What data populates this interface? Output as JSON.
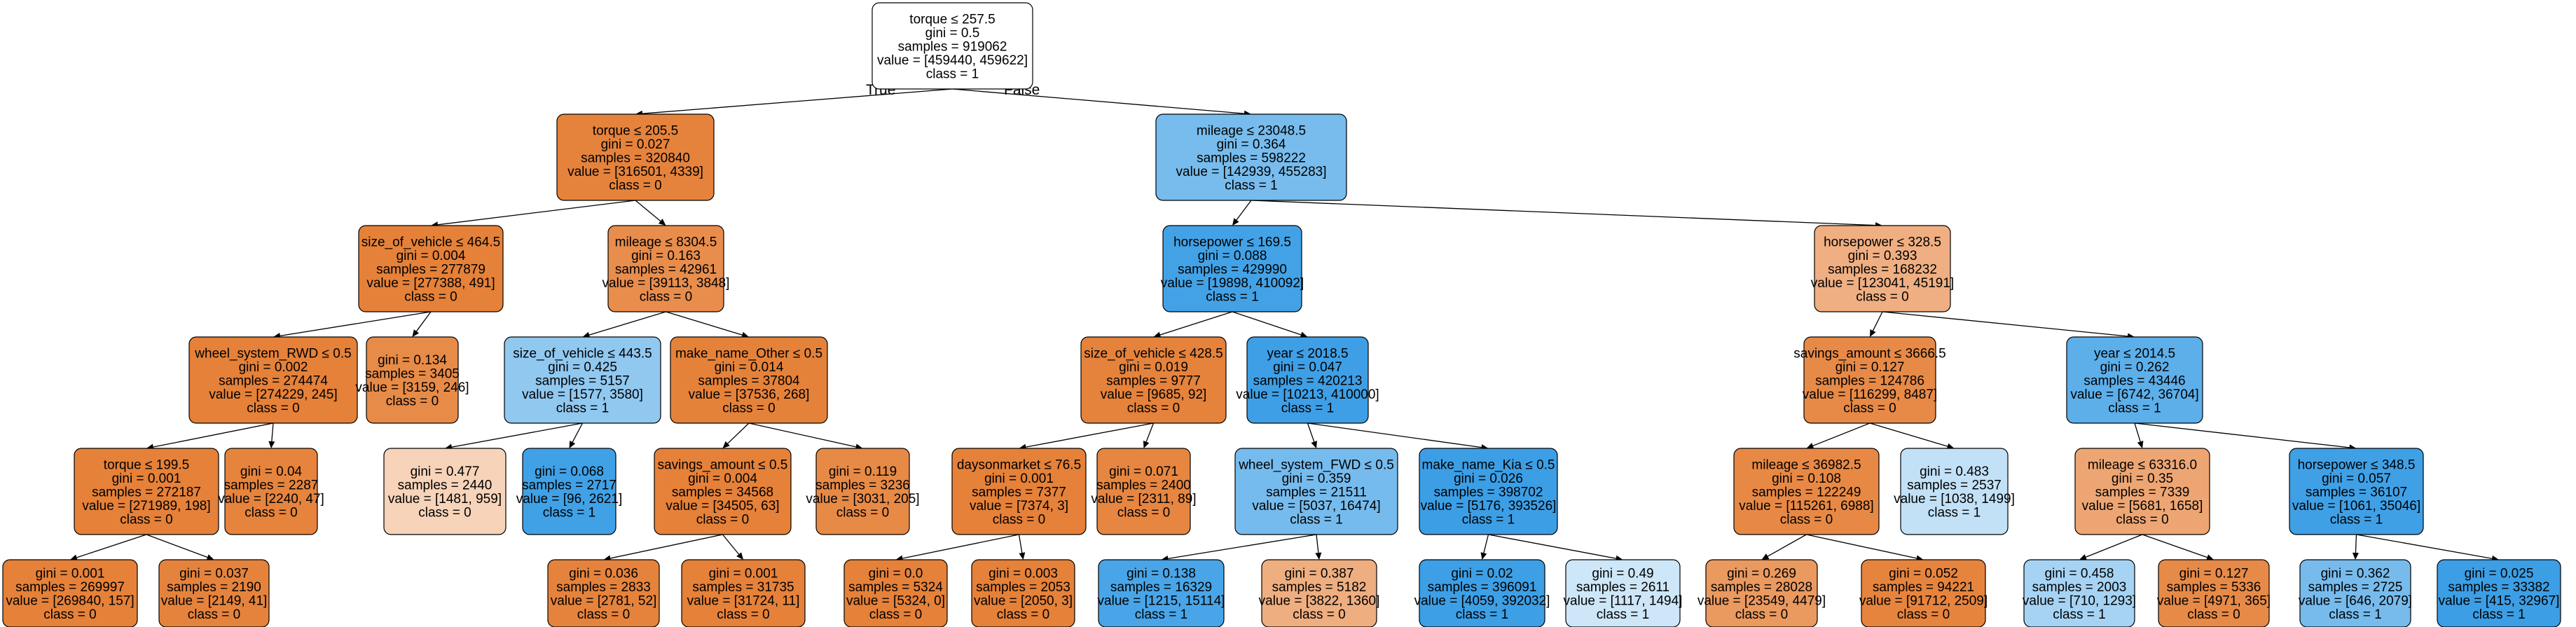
{
  "tree": {
    "root_id": "n0",
    "nodes": [
      {
        "id": "n0",
        "lines": [
          "torque ≤ 257.5",
          "gini = 0.5",
          "samples = 919062",
          "value = [459440, 459622]",
          "class = 1"
        ],
        "fill": "#ffffff"
      },
      {
        "id": "n1",
        "lines": [
          "torque ≤ 205.5",
          "gini = 0.027",
          "samples = 320840",
          "value = [316501, 4339]",
          "class = 0"
        ],
        "fill": "#e5833c"
      },
      {
        "id": "n2",
        "lines": [
          "size_of_vehicle ≤ 464.5",
          "gini = 0.004",
          "samples = 277879",
          "value = [277388, 491]",
          "class = 0"
        ],
        "fill": "#e58139"
      },
      {
        "id": "n3",
        "lines": [
          "wheel_system_RWD ≤ 0.5",
          "gini = 0.002",
          "samples = 274474",
          "value = [274229, 245]",
          "class = 0"
        ],
        "fill": "#e58139"
      },
      {
        "id": "n4",
        "lines": [
          "torque ≤ 199.5",
          "gini = 0.001",
          "samples = 272187",
          "value = [271989, 198]",
          "class = 0"
        ],
        "fill": "#e58139"
      },
      {
        "id": "n5",
        "lines": [
          "gini = 0.001",
          "samples = 269997",
          "value = [269840, 157]",
          "class = 0"
        ],
        "fill": "#e58139"
      },
      {
        "id": "n6",
        "lines": [
          "gini = 0.037",
          "samples = 2190",
          "value = [2149, 41]",
          "class = 0"
        ],
        "fill": "#e5833d"
      },
      {
        "id": "n7",
        "lines": [
          "gini = 0.04",
          "samples = 2287",
          "value = [2240, 47]",
          "class = 0"
        ],
        "fill": "#e6843d"
      },
      {
        "id": "n8",
        "lines": [
          "gini = 0.134",
          "samples = 3405",
          "value = [3159, 246]",
          "class = 0"
        ],
        "fill": "#e78b48"
      },
      {
        "id": "n9",
        "lines": [
          "mileage ≤ 8304.5",
          "gini = 0.163",
          "samples = 42961",
          "value = [39113, 3848]",
          "class = 0"
        ],
        "fill": "#e88d4c"
      },
      {
        "id": "n10",
        "lines": [
          "size_of_vehicle ≤ 443.5",
          "gini = 0.425",
          "samples = 5157",
          "value = [1577, 3580]",
          "class = 1"
        ],
        "fill": "#90c8f0"
      },
      {
        "id": "n11",
        "lines": [
          "gini = 0.477",
          "samples = 2440",
          "value = [1481, 959]",
          "class = 0"
        ],
        "fill": "#f6d3b9"
      },
      {
        "id": "n12",
        "lines": [
          "gini = 0.068",
          "samples = 2717",
          "value = [96, 2621]",
          "class = 1"
        ],
        "fill": "#40a1e6"
      },
      {
        "id": "n13",
        "lines": [
          "make_name_Other ≤ 0.5",
          "gini = 0.014",
          "samples = 37804",
          "value = [37536, 268]",
          "class = 0"
        ],
        "fill": "#e5823a"
      },
      {
        "id": "n14",
        "lines": [
          "savings_amount ≤ 0.5",
          "gini = 0.004",
          "samples = 34568",
          "value = [34505, 63]",
          "class = 0"
        ],
        "fill": "#e58139"
      },
      {
        "id": "n15",
        "lines": [
          "gini = 0.036",
          "samples = 2833",
          "value = [2781, 52]",
          "class = 0"
        ],
        "fill": "#e5833d"
      },
      {
        "id": "n16",
        "lines": [
          "gini = 0.001",
          "samples = 31735",
          "value = [31724, 11]",
          "class = 0"
        ],
        "fill": "#e58139"
      },
      {
        "id": "n17",
        "lines": [
          "gini = 0.119",
          "samples = 3236",
          "value = [3031, 205]",
          "class = 0"
        ],
        "fill": "#e78a46"
      },
      {
        "id": "n18",
        "lines": [
          "mileage ≤ 23048.5",
          "gini = 0.364",
          "samples = 598222",
          "value = [142939, 455283]",
          "class = 1"
        ],
        "fill": "#77bced"
      },
      {
        "id": "n19",
        "lines": [
          "horsepower ≤ 169.5",
          "gini = 0.088",
          "samples = 429990",
          "value = [19898, 410092]",
          "class = 1"
        ],
        "fill": "#43a2e6"
      },
      {
        "id": "n20",
        "lines": [
          "size_of_vehicle ≤ 428.5",
          "gini = 0.019",
          "samples = 9777",
          "value = [9685, 92]",
          "class = 0"
        ],
        "fill": "#e5823b"
      },
      {
        "id": "n21",
        "lines": [
          "daysonmarket ≤ 76.5",
          "gini = 0.001",
          "samples = 7377",
          "value = [7374, 3]",
          "class = 0"
        ],
        "fill": "#e58139"
      },
      {
        "id": "n22",
        "lines": [
          "gini = 0.0",
          "samples = 5324",
          "value = [5324, 0]",
          "class = 0"
        ],
        "fill": "#e58139"
      },
      {
        "id": "n23",
        "lines": [
          "gini = 0.003",
          "samples = 2053",
          "value = [2050, 3]",
          "class = 0"
        ],
        "fill": "#e58139"
      },
      {
        "id": "n24",
        "lines": [
          "gini = 0.071",
          "samples = 2400",
          "value = [2311, 89]",
          "class = 0"
        ],
        "fill": "#e68641"
      },
      {
        "id": "n25",
        "lines": [
          "year ≤ 2018.5",
          "gini = 0.047",
          "samples = 420213",
          "value = [10213, 410000]",
          "class = 1"
        ],
        "fill": "#3e9fe6"
      },
      {
        "id": "n26",
        "lines": [
          "wheel_system_FWD ≤ 0.5",
          "gini = 0.359",
          "samples = 21511",
          "value = [5037, 16474]",
          "class = 1"
        ],
        "fill": "#76bbed"
      },
      {
        "id": "n27",
        "lines": [
          "gini = 0.138",
          "samples = 16329",
          "value = [1215, 15114]",
          "class = 1"
        ],
        "fill": "#49a5e7"
      },
      {
        "id": "n28",
        "lines": [
          "gini = 0.387",
          "samples = 5182",
          "value = [3822, 1360]",
          "class = 0"
        ],
        "fill": "#eeae80"
      },
      {
        "id": "n29",
        "lines": [
          "make_name_Kia ≤ 0.5",
          "gini = 0.026",
          "samples = 398702",
          "value = [5176, 393526]",
          "class = 1"
        ],
        "fill": "#3c9ee5"
      },
      {
        "id": "n30",
        "lines": [
          "gini = 0.02",
          "samples = 396091",
          "value = [4059, 392032]",
          "class = 1"
        ],
        "fill": "#3d9fe5"
      },
      {
        "id": "n31",
        "lines": [
          "gini = 0.49",
          "samples = 2611",
          "value = [1117, 1494]",
          "class = 1"
        ],
        "fill": "#cde6f8"
      },
      {
        "id": "n32",
        "lines": [
          "horsepower ≤ 328.5",
          "gini = 0.393",
          "samples = 168232",
          "value = [123041, 45191]",
          "class = 0"
        ],
        "fill": "#efaf82"
      },
      {
        "id": "n33",
        "lines": [
          "savings_amount ≤ 3666.5",
          "gini = 0.127",
          "samples = 124786",
          "value = [116299, 8487]",
          "class = 0"
        ],
        "fill": "#e78a47"
      },
      {
        "id": "n34",
        "lines": [
          "mileage ≤ 36982.5",
          "gini = 0.108",
          "samples = 122249",
          "value = [115261, 6988]",
          "class = 0"
        ],
        "fill": "#e78945"
      },
      {
        "id": "n35",
        "lines": [
          "gini = 0.269",
          "samples = 28028",
          "value = [23549, 4479]",
          "class = 0"
        ],
        "fill": "#ea995f"
      },
      {
        "id": "n36",
        "lines": [
          "gini = 0.052",
          "samples = 94221",
          "value = [91712, 2509]",
          "class = 0"
        ],
        "fill": "#e6843e"
      },
      {
        "id": "n37",
        "lines": [
          "gini = 0.483",
          "samples = 2537",
          "value = [1038, 1499]",
          "class = 1"
        ],
        "fill": "#c2e1f7"
      },
      {
        "id": "n38",
        "lines": [
          "year ≤ 2014.5",
          "gini = 0.262",
          "samples = 43446",
          "value = [6742, 36704]",
          "class = 1"
        ],
        "fill": "#5dafea"
      },
      {
        "id": "n39",
        "lines": [
          "mileage ≤ 63316.0",
          "gini = 0.35",
          "samples = 7339",
          "value = [5681, 1658]",
          "class = 0"
        ],
        "fill": "#eda673"
      },
      {
        "id": "n40",
        "lines": [
          "gini = 0.458",
          "samples = 2003",
          "value = [710, 1293]",
          "class = 1"
        ],
        "fill": "#a6d3f3"
      },
      {
        "id": "n41",
        "lines": [
          "gini = 0.127",
          "samples = 5336",
          "value = [4971, 365]",
          "class = 0"
        ],
        "fill": "#e78a48"
      },
      {
        "id": "n42",
        "lines": [
          "horsepower ≤ 348.5",
          "gini = 0.057",
          "samples = 36107",
          "value = [1061, 35046]",
          "class = 1"
        ],
        "fill": "#3fa0e6"
      },
      {
        "id": "n43",
        "lines": [
          "gini = 0.362",
          "samples = 2725",
          "value = [646, 2079]",
          "class = 1"
        ],
        "fill": "#77bbed"
      },
      {
        "id": "n44",
        "lines": [
          "gini = 0.025",
          "samples = 33382",
          "value = [415, 32967]",
          "class = 1"
        ],
        "fill": "#3c9ee5"
      }
    ],
    "edges": [
      {
        "from": "n0",
        "to": "n1",
        "label": "True"
      },
      {
        "from": "n0",
        "to": "n18",
        "label": "False"
      },
      {
        "from": "n1",
        "to": "n2"
      },
      {
        "from": "n1",
        "to": "n9"
      },
      {
        "from": "n2",
        "to": "n3"
      },
      {
        "from": "n2",
        "to": "n8"
      },
      {
        "from": "n3",
        "to": "n4"
      },
      {
        "from": "n3",
        "to": "n7"
      },
      {
        "from": "n4",
        "to": "n5"
      },
      {
        "from": "n4",
        "to": "n6"
      },
      {
        "from": "n9",
        "to": "n10"
      },
      {
        "from": "n9",
        "to": "n13"
      },
      {
        "from": "n10",
        "to": "n11"
      },
      {
        "from": "n10",
        "to": "n12"
      },
      {
        "from": "n13",
        "to": "n14"
      },
      {
        "from": "n13",
        "to": "n17"
      },
      {
        "from": "n14",
        "to": "n15"
      },
      {
        "from": "n14",
        "to": "n16"
      },
      {
        "from": "n18",
        "to": "n19"
      },
      {
        "from": "n18",
        "to": "n32"
      },
      {
        "from": "n19",
        "to": "n20"
      },
      {
        "from": "n19",
        "to": "n25"
      },
      {
        "from": "n20",
        "to": "n21"
      },
      {
        "from": "n20",
        "to": "n24"
      },
      {
        "from": "n21",
        "to": "n22"
      },
      {
        "from": "n21",
        "to": "n23"
      },
      {
        "from": "n25",
        "to": "n26"
      },
      {
        "from": "n25",
        "to": "n29"
      },
      {
        "from": "n26",
        "to": "n27"
      },
      {
        "from": "n26",
        "to": "n28"
      },
      {
        "from": "n29",
        "to": "n30"
      },
      {
        "from": "n29",
        "to": "n31"
      },
      {
        "from": "n32",
        "to": "n33"
      },
      {
        "from": "n32",
        "to": "n38"
      },
      {
        "from": "n33",
        "to": "n34"
      },
      {
        "from": "n33",
        "to": "n37"
      },
      {
        "from": "n34",
        "to": "n35"
      },
      {
        "from": "n34",
        "to": "n36"
      },
      {
        "from": "n38",
        "to": "n39"
      },
      {
        "from": "n38",
        "to": "n42"
      },
      {
        "from": "n39",
        "to": "n40"
      },
      {
        "from": "n39",
        "to": "n41"
      },
      {
        "from": "n42",
        "to": "n43"
      },
      {
        "from": "n42",
        "to": "n44"
      }
    ]
  }
}
